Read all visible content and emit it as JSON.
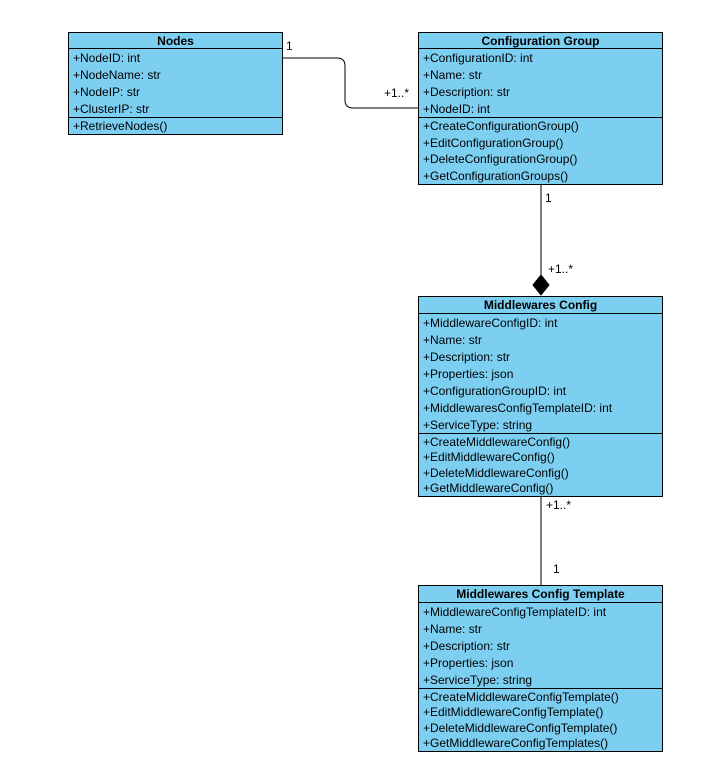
{
  "diagram": {
    "type": "uml-class-diagram",
    "colors": {
      "class_fill": "#7DCFF2",
      "class_border": "#000000",
      "text": "#000000",
      "background": "#FFFFFF"
    },
    "classes": [
      {
        "title": "Nodes",
        "attributes": [
          "+NodeID: int",
          "+NodeName: str",
          "+NodeIP: str",
          "+ClusterIP: str"
        ],
        "methods": [
          "+RetrieveNodes()"
        ]
      },
      {
        "title": "Configuration Group",
        "attributes": [
          "+ConfigurationID: int",
          "+Name: str",
          "+Description: str",
          "+NodeID: int"
        ],
        "methods": [
          "+CreateConfigurationGroup()",
          "+EditConfigurationGroup()",
          "+DeleteConfigurationGroup()",
          "+GetConfigurationGroups()"
        ]
      },
      {
        "title": "Middlewares Config",
        "attributes": [
          "+MiddlewareConfigID: int",
          "+Name: str",
          "+Description: str",
          "+Properties: json",
          "+ConfigurationGroupID: int",
          "+MiddlewaresConfigTemplateID: int",
          "+ServiceType: string"
        ],
        "methods": [
          "+CreateMiddlewareConfig()",
          "+EditMiddlewareConfig()",
          "+DeleteMiddlewareConfig()",
          "+GetMiddlewareConfig()"
        ]
      },
      {
        "title": "Middlewares Config Template",
        "attributes": [
          "+MiddlewareConfigTemplateID: int",
          "+Name: str",
          "+Description: str",
          "+Properties: json",
          "+ServiceType: string"
        ],
        "methods": [
          "+CreateMiddlewareConfigTemplate()",
          "+EditMiddlewareConfigTemplate()",
          "+DeleteMiddlewareConfigTemplate()",
          "+GetMiddlewareConfigTemplates()"
        ]
      }
    ],
    "relationships": [
      {
        "from": "Nodes",
        "to": "Configuration Group",
        "from_label": "1",
        "to_label": "+1..*",
        "kind": "association"
      },
      {
        "from": "Configuration Group",
        "to": "Middlewares Config",
        "from_label": "1",
        "to_label": "+1..*",
        "kind": "composition"
      },
      {
        "from": "Middlewares Config",
        "to": "Middlewares Config Template",
        "from_label": "+1..*",
        "to_label": "1",
        "kind": "association"
      }
    ]
  }
}
